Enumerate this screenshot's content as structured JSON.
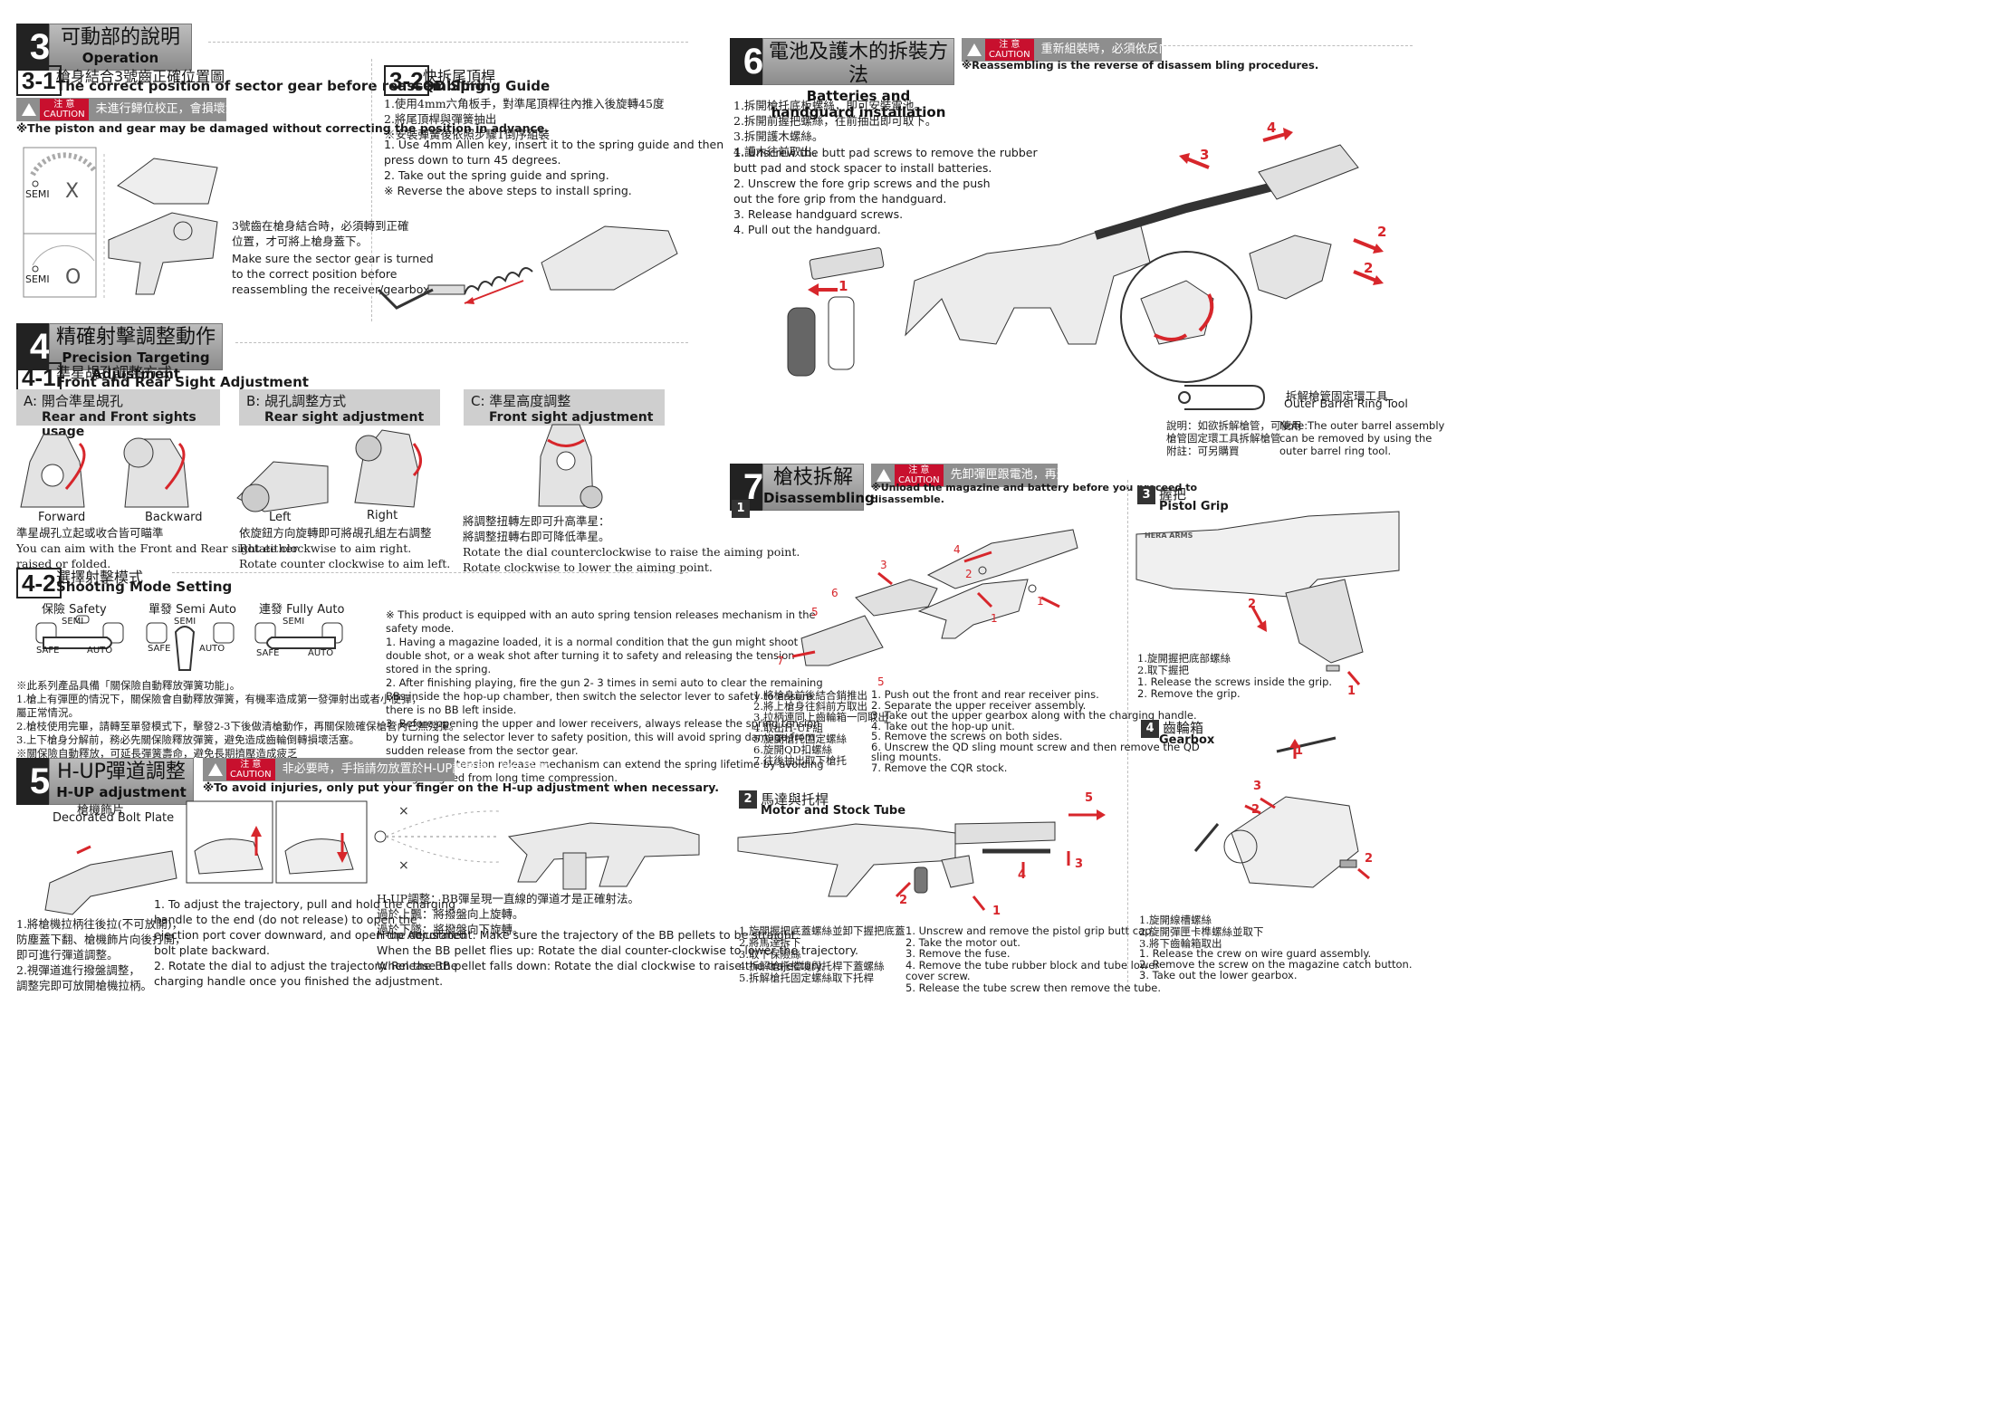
{
  "sec3": {
    "num": "3",
    "zh": "可動部的說明",
    "en": "Operation",
    "s31": {
      "num": "3-1",
      "zh": "槍身結合3號齒正確位置圖",
      "en": "The correct position of sector gear before reassembling"
    },
    "caution": {
      "badge_zh": "注 意",
      "badge_en": "CAUTION",
      "text": "未進行歸位校正，會損壞活塞及齒輪。"
    },
    "note": "※The piston and gear may be damaged without correcting the position in advance.",
    "semi1": "SEMI",
    "x_mark": "X",
    "semi2": "SEMI",
    "o_mark": "O",
    "zh_text": "3號齒在槍身結合時，必須轉到正確\n位置，才可將上槍身蓋下。",
    "en_text": "Make sure the sector gear is turned\nto the correct position before\nreassembling the receiver/gearbox.",
    "s32": {
      "num": "3-2",
      "zh": "快拆尾頂桿",
      "en": "QD Spring Guide"
    },
    "s32_zh": "1.使用4mm六角板手，對準尾頂桿往內推入後旋轉45度\n2.將尾頂桿與彈簧抽出\n※安裝彈簧後依照步驟1倒序組裝",
    "s32_en": "1. Use 4mm Allen key, insert it to the spring guide and then\n    press down to turn 45 degrees.\n2. Take out the spring guide and spring.\n※ Reverse the above steps to install spring."
  },
  "sec4": {
    "num": "4",
    "zh": "精確射擊調整動作",
    "en": "Precision Targeting Adjustment",
    "s41": {
      "num": "4-1",
      "zh": "準星覘孔調整方式",
      "en": "Front and Rear Sight Adjustment"
    },
    "a": {
      "zh": "A: 開合準星覘孔",
      "en": "Rear and Front sights usage"
    },
    "b": {
      "zh": "B: 覘孔調整方式",
      "en": "Rear sight adjustment"
    },
    "c": {
      "zh": "C: 準星高度調整",
      "en": "Front sight adjustment"
    },
    "forward": "Forward",
    "backward": "Backward",
    "left": "Left",
    "right": "Right",
    "a_text": "準星覘孔立起或收合皆可瞄準\nYou can aim with the Front and Rear sight either\nraised or folded.",
    "b_text": "依旋鈕方向旋轉即可將覘孔組左右調整\nRotate clockwise to aim right.\nRotate counter clockwise to aim left.",
    "c_text": "將調整扭轉左即可升高準星：\n將調整扭轉右即可降低準星。\nRotate the dial counterclockwise to raise the aiming point.\nRotate clockwise to lower the aiming point.",
    "s42": {
      "num": "4-2",
      "zh": "選擇射擊模式",
      "en": "Shooting Mode Setting"
    },
    "modes": [
      {
        "zh": "保險",
        "en": "Safety",
        "semi": "SEMI",
        "safe": "SAFE",
        "auto": "AUTO"
      },
      {
        "zh": "單發",
        "en": "Semi Auto",
        "semi": "SEMI",
        "safe": "SAFE",
        "auto": "AUTO"
      },
      {
        "zh": "連發",
        "en": "Fully Auto",
        "semi": "SEMI",
        "safe": "SAFE",
        "auto": "AUTO"
      }
    ],
    "zh_notes": "※此系列產品具備「關保險自動釋放彈簧功能」。\n1.槍上有彈匣的情況下，關保險會自動釋放彈簧，有機率造成第一發彈射出或者小便彈，\n   屬正常情況。\n2.槍枝使用完畢，請轉至單發模式下，擊發2-3下後做清槍動作，再關保險確保槍管內已無殘彈。\n3.上下槍身分解前，務必先關保險釋放彈簧，避免造成齒輪倒轉損壞活塞。\n※關保險自動釋放，可延長彈簧壽命，避免長期擠壓造成疲乏",
    "en_notes": "※ This product is equipped with an auto spring tension releases mechanism in the\n    safety mode.\n1. Having a magazine loaded, it is a normal condition that the gun might shoot a\n    double shot, or a weak shot after turning it to safety and releasing the tension\n    stored in the spring.\n2. After finishing playing, fire the gun 2- 3 times in semi auto to clear the remaining\n    BBs inside the hop-up chamber, then switch the selector lever to safety to ensure\n    there is no BB left inside.\n3. Before opening the upper and lower receivers, always release the spring tension\n    by turning the selector lever to safety position, this will avoid spring damage from\n    sudden release from the sector gear.\n※ The spring tension release mechanism can extend the spring lifetime by avoiding\n    spring fatigued from long time compression."
  },
  "sec5": {
    "num": "5",
    "zh": "H-UP彈道調整",
    "en": "H-UP adjustment",
    "caution": {
      "badge_zh": "注 意",
      "badge_en": "CAUTION",
      "text": "非必要時，手指請勿放置於H-UP調整處，避免受傷)"
    },
    "note": "※To avoid injuries, only put your finger on the H-up adjustment when necessary.",
    "bolt_zh": "槍機飾片",
    "bolt_en": "Decorated Bolt Plate",
    "zh_left": "1.將槍機拉柄往後拉(不可放開)，\n   防塵蓋下翻、槍機飾片向後打開，\n   即可進行彈道調整。\n2.視彈道進行撥盤調整，\n   調整完即可放開槍機拉柄。",
    "en_mid": "1. To adjust the trajectory, pull and hold the charging\n    handle to the end (do not release) to open the\n    ejection port cover downward, and open the decorated\n    bolt plate backward.\n2. Rotate the dial to adjust the trajectory. Release the\n    charging handle once you finished the adjustment.",
    "zh_right": "H-UP調整：BB彈呈現一直線的彈道才是正確射法。\n過於上飄：將撥盤向上旋轉。\n過於下墜：將撥盤向下旋轉。",
    "en_right": "H-up Adjustment: Make sure the trajectory of the BB pellets to be straight.\nWhen the BB pellet flies up: Rotate the dial counter-clockwise to lower the trajectory.\nWhen the BB pellet falls down: Rotate the dial clockwise to raise the trajectory."
  },
  "sec6": {
    "num": "6",
    "zh": "電池及護木的拆裝方法",
    "en": "Batteries and handguard installation",
    "caution": {
      "badge_zh": "注 意",
      "badge_en": "CAUTION",
      "text": "重新組裝時，必須依反向動作組合"
    },
    "note": "※Reassembling is the reverse of disassem bling procedures.",
    "zh_steps": "1.拆開槍托底板螺絲，即可安裝電池。\n2.拆開前握把螺絲，往前抽出即可取下。\n3.拆開護木螺絲。\n4.護木往前取出。",
    "en_steps": "1. Unscrew the butt pad screws to remove the rubber\n    butt pad and stock spacer to install batteries.\n2. Unscrew the fore grip screws and the push\n    out the fore grip from the handguard.\n3. Release handguard screws.\n4. Pull out the handguard.",
    "tool_zh": "拆解槍管固定環工具",
    "tool_en": "Outer Barrel Ring Tool",
    "tool_note_zh": "說明：如欲拆解槍管，可使用\n槍管固定環工具拆解槍管\n附註：可另購買",
    "tool_note_en": "Note:The outer barrel assembly\ncan be removed by using the\nouter barrel ring tool.",
    "nums": [
      "1",
      "2",
      "2",
      "3",
      "4"
    ]
  },
  "sec7": {
    "num": "7",
    "zh": "槍枝拆解",
    "en": "Disassembling",
    "caution": {
      "badge_zh": "注 意",
      "badge_en": "CAUTION",
      "text": "先卸彈匣跟電池，再進行拆解"
    },
    "note": "※Unload the magazine and battery before you proceed to\n    disassemble.",
    "p1": {
      "num": "1",
      "zh": "1.將槍身前後結合銷推出\n2.將上槍身往斜前方取出\n3.拉柄連同上齒輪箱一同取出\n4.取出H-UP組\n5.旋開槍托固定螺絲\n6.旋開QD扣螺絲\n7.往後抽出取下槍托",
      "en": "1. Push out the front and rear receiver pins.\n2. Separate the upper receiver assembly.\n3. Take out the upper gearbox along with the charging handle.\n4. Take out the hop-up unit.\n5. Remove the screws on both sides.\n6. Unscrew the QD sling mount screw and then remove the QD\n    sling mounts.\n7. Remove the CQR stock.",
      "callouts": [
        "1",
        "1",
        "2",
        "3",
        "4",
        "5",
        "5",
        "6",
        "7"
      ]
    },
    "p2": {
      "num": "2",
      "zh": "馬達與托桿",
      "en": "Motor and Stock Tube",
      "zh_steps": "1.旋開握把底蓋螺絲並卸下握把底蓋\n2.將馬達拆下\n3.取下保險絲\n4.拆解槍托擋塊與托桿下蓋螺絲\n5.拆解槍托固定螺絲取下托桿",
      "en_steps": "1. Unscrew and remove the pistol grip butt cap.\n2. Take the motor out.\n3. Remove the fuse.\n4. Remove the tube rubber block and tube lower\n    cover screw.\n5. Release the tube screw then remove the tube.",
      "callouts": [
        "1",
        "2",
        "3",
        "4",
        "5"
      ]
    },
    "p3": {
      "num": "3",
      "zh": "握把",
      "en": "Pistol Grip",
      "zh_steps": "1.旋開握把底部螺絲\n2.取下握把",
      "en_steps": "1. Release the screws inside the grip.\n2. Remove the grip.",
      "brand": "HERA ARMS",
      "callouts": [
        "1",
        "2"
      ]
    },
    "p4": {
      "num": "4",
      "zh": "齒輪箱",
      "en": "Gearbox",
      "zh_steps": "1.旋開線槽螺絲\n2.旋開彈匣卡榫螺絲並取下\n3.將下齒輪箱取出",
      "en_steps": "1. Release the crew on wire guard assembly.\n2. Remove the screw on the magazine catch button.\n3. Take out the lower gearbox.",
      "callouts": [
        "1",
        "2",
        "2",
        "3"
      ]
    }
  },
  "colors": {
    "accent_red": "#d7262b",
    "bar_gray": "#8e8e8e",
    "title_dark": "#222222"
  }
}
